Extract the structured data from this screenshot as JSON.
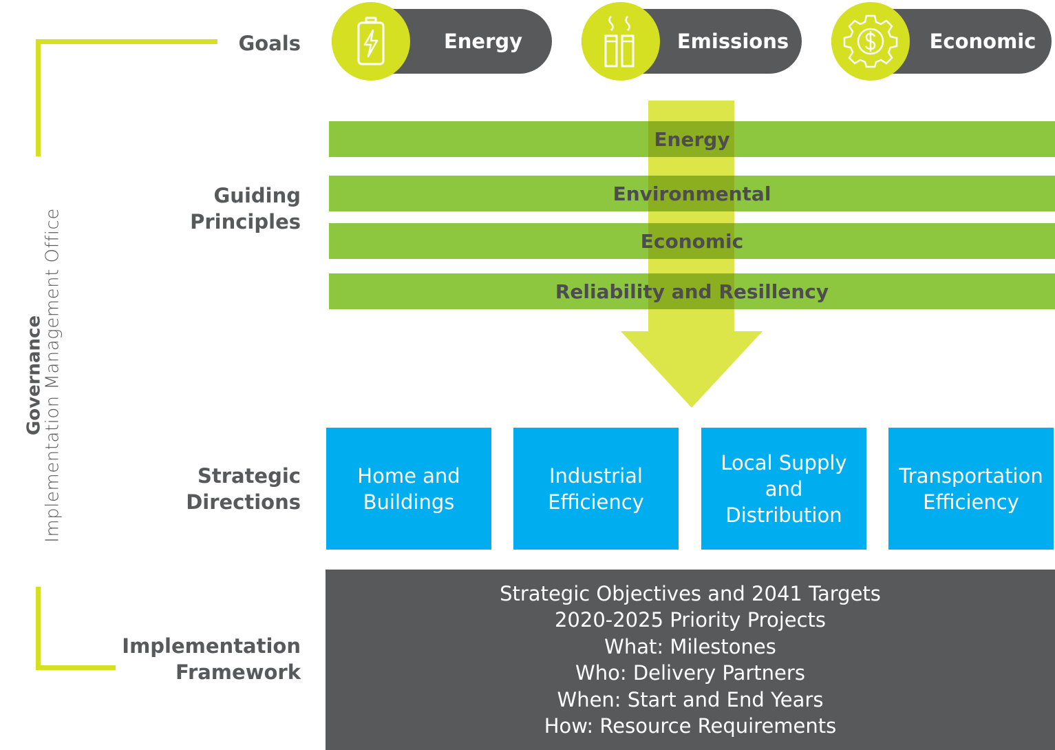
{
  "governance": {
    "title": "Governance",
    "subtitle": "Implementation Management Office"
  },
  "colors": {
    "accent": "#d4e021",
    "principle_green": "#8dc63f",
    "dark_grey": "#58595b",
    "blue": "#00adef"
  },
  "rows": {
    "goals": "Goals",
    "guiding": "Guiding\nPrinciples",
    "strategic": "Strategic\nDirections",
    "implementation": "Implementation\nFramework"
  },
  "goals": [
    {
      "label": "Energy",
      "icon": "battery-bolt-icon"
    },
    {
      "label": "Emissions",
      "icon": "smokestack-icon"
    },
    {
      "label": "Economic",
      "icon": "gear-dollar-icon"
    }
  ],
  "guiding_principles": [
    "Energy",
    "Environmental",
    "Economic",
    "Reliability and Resillency"
  ],
  "strategic_directions": [
    "Home and\nBuildings",
    "Industrial\nEfficiency",
    "Local Supply\nand\nDistribution",
    "Transportation\nEfficiency"
  ],
  "implementation_framework": [
    "Strategic Objectives and 2041 Targets",
    "2020-2025 Priority Projects",
    "What: Milestones",
    "Who: Delivery Partners",
    "When: Start and End Years",
    "How: Resource Requirements"
  ]
}
